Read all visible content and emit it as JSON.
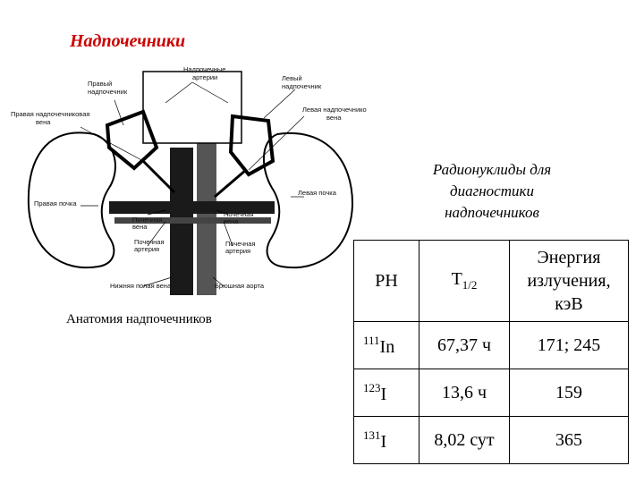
{
  "page": {
    "title": "Надпочечники"
  },
  "diagram": {
    "caption": "Анатомия надпочечников",
    "labels": {
      "adrenal_arteries": [
        "Надпочечные",
        "артерии"
      ],
      "right_adrenal": [
        "Правый",
        "надпочечник"
      ],
      "left_adrenal": [
        "Левый",
        "надпочечник"
      ],
      "right_adrenal_vein": [
        "Правая надпочечниковая",
        "вена"
      ],
      "left_adrenal_vein": [
        "Левая надпочечниковая",
        "вена"
      ],
      "right_kidney": "Правая почка",
      "left_kidney": "Левая почка",
      "renal_vein_left": [
        "Почечная",
        "вена"
      ],
      "renal_artery_left": [
        "Почечная",
        "артерия"
      ],
      "renal_vein_right": [
        "Почечная",
        "вена"
      ],
      "renal_artery_right": [
        "Почечная",
        "артерия"
      ],
      "ivc": "Нижняя полая вена",
      "aorta": "Брюшная аорта"
    }
  },
  "radionuclides": {
    "title_lines": [
      "Радионуклиды для",
      "диагностики",
      "надпочечников"
    ],
    "header": {
      "rn": "РН",
      "t_main": "T",
      "t_sub": "1/2",
      "energy_lines": [
        "Энергия",
        "излучения,",
        "кэВ"
      ]
    },
    "rows": [
      {
        "mass": "111",
        "symbol": "In",
        "half_life": "67,37 ч",
        "energy": "171; 245"
      },
      {
        "mass": "123",
        "symbol": "I",
        "half_life": "13,6 ч",
        "energy": "159"
      },
      {
        "mass": "131",
        "symbol": "I",
        "half_life": "8,02 сут",
        "energy": "365"
      }
    ]
  },
  "colors": {
    "title": "#cc0000",
    "vessels": "#1a1a1a"
  }
}
